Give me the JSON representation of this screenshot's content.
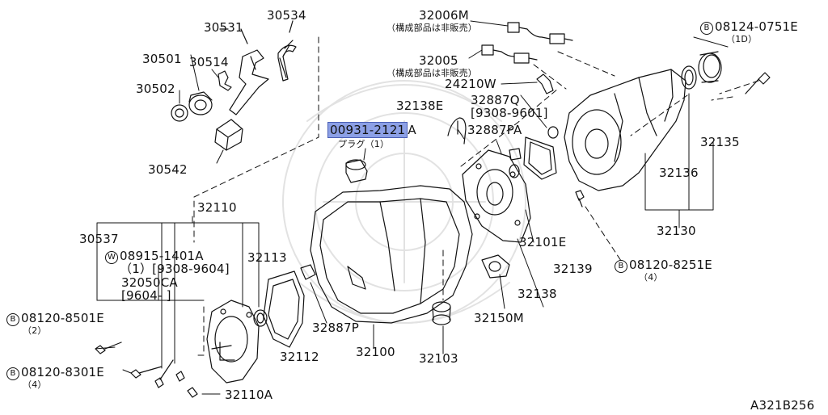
{
  "parts": {
    "p30534": "30534",
    "p30531": "30531",
    "p30501": "30501",
    "p30514": "30514",
    "p30502": "30502",
    "p30542": "30542",
    "p32006m": "32006M",
    "p32006m_note": "（構成部品は非販売）",
    "p32005": "32005",
    "p32005_note": "（構成部品は非販売）",
    "p24210w": "24210W",
    "p08124_prefix": "B",
    "p08124": "08124-0751E",
    "p08124_qty": "（1D）",
    "p32138e": "32138E",
    "p32887q": "32887Q",
    "p32887q_date": "[9308-9601]",
    "p32887pa": "32887PA",
    "p00931_hl": "00931-2121",
    "p00931_suffix": "A",
    "p00931_name": "プラグ（1）",
    "p32135": "32135",
    "p32136": "32136",
    "p32130": "32130",
    "p32110": "32110",
    "p30537": "30537",
    "p08915_prefix": "W",
    "p08915": "08915-1401A",
    "p08915_date": "（1）[9308-9604]",
    "p32050ca": "32050CA",
    "p32050ca_date": "[9604-      ]",
    "p32113": "32113",
    "p32101e": "32101E",
    "p32139": "32139",
    "p08120_8251_prefix": "B",
    "p08120_8251": "08120-8251E",
    "p08120_8251_qty": "（4）",
    "p32138": "32138",
    "p32150m": "32150M",
    "p08120_8501_prefix": "B",
    "p08120_8501": "08120-8501E",
    "p08120_8501_qty": "（2）",
    "p32887p": "32887P",
    "p32112": "32112",
    "p32100": "32100",
    "p32103": "32103",
    "p08120_8301_prefix": "B",
    "p08120_8301": "08120-8301E",
    "p08120_8301_qty": "（4）",
    "p32110a": "32110A",
    "diagram_code": "A321B256"
  },
  "colors": {
    "line": "#111111",
    "highlight": "#8ca0e6",
    "watermark": "#e4e4e4"
  }
}
